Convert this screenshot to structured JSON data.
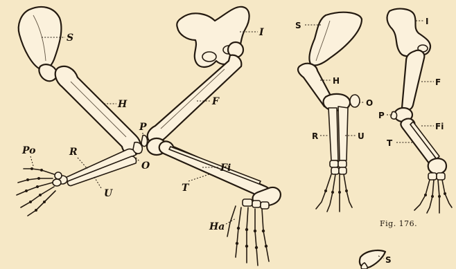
{
  "labels": {
    "left_limb": {
      "scapula": "S",
      "humerus": "H",
      "radius": "R",
      "ulna": "U",
      "olecranon": "O",
      "pollex": "Po"
    },
    "middle_limb": {
      "ilium": "I",
      "femur": "F",
      "patella": "P",
      "fibula": "Fi",
      "tibia": "T",
      "hallux": "Ha"
    },
    "right_fore": {
      "scapula": "S",
      "humerus": "H",
      "olecranon": "O",
      "radius": "R",
      "ulna": "U"
    },
    "right_hind": {
      "ilium": "I",
      "femur": "F",
      "patella": "P",
      "fibula": "Fi",
      "tibia": "T"
    },
    "bottom_fragment": {
      "scapula": "S"
    }
  },
  "caption": "Fig. 176."
}
